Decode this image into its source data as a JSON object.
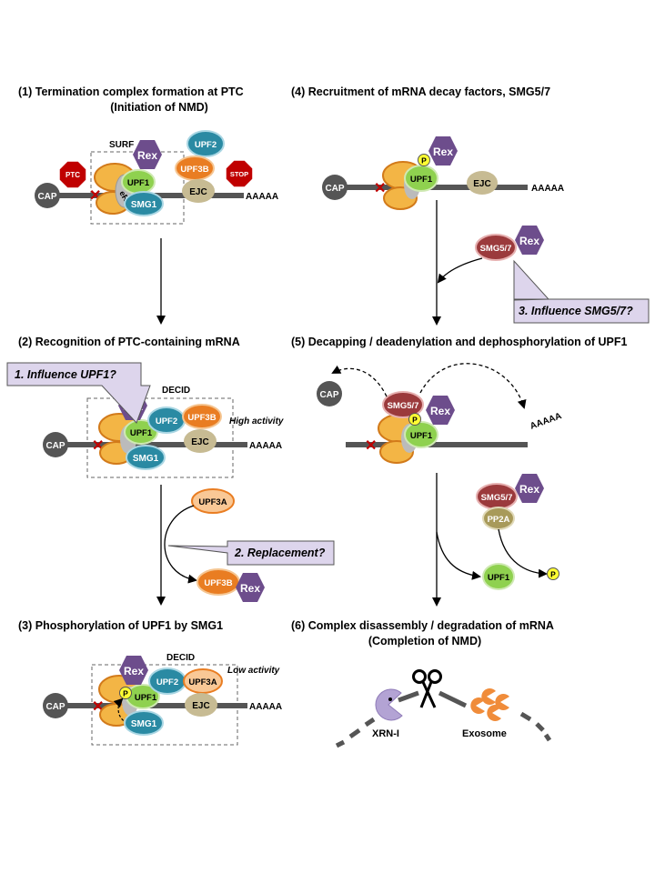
{
  "panels": {
    "p1": {
      "title_line1": "(1) Termination complex formation at PTC",
      "title_line2": "(Initiation of NMD)"
    },
    "p2": {
      "title": "(2) Recognition of PTC-containing mRNA"
    },
    "p3": {
      "title": "(3) Phosphorylation of UPF1 by SMG1"
    },
    "p4": {
      "title": "(4) Recruitment of mRNA decay factors,  SMG5/7"
    },
    "p5": {
      "title": "(5) Decapping / deadenylation and dephosphorylation of UPF1"
    },
    "p6": {
      "title_line1": "(6) Complex disassembly / degradation of mRNA",
      "title_line2": "(Completion of NMD)"
    }
  },
  "labels": {
    "cap": "CAP",
    "polya": "AAAAA",
    "upf1": "UPF1",
    "upf2": "UPF2",
    "upf3b": "UPF3B",
    "upf3a": "UPF3A",
    "smg1": "SMG1",
    "smg57": "SMG5/7",
    "ejc": "EJC",
    "rex": "Rex",
    "erf": "eRF",
    "ptc": "PTC",
    "stop": "STOP",
    "pp2a": "PP2A",
    "phospho": "P",
    "surf": "SURF",
    "decid": "DECID",
    "high_activity": "High activity",
    "low_activity": "Low activity",
    "xrn": "XRN-I",
    "exosome": "Exosome"
  },
  "callouts": {
    "c1": "1. Influence UPF1?",
    "c2": "2. Replacement?",
    "c3": "3. Influence SMG5/7?"
  },
  "colors": {
    "ribosome": "#f3b545",
    "ribosome_edge": "#d27a1a",
    "upf1": "#8fd14f",
    "upf2": "#2a8aa3",
    "upf3b": "#e97d22",
    "upf3a": "#f9c896",
    "smg1": "#2a8aa3",
    "smg57": "#9b3a3c",
    "ejc": "#c7bb93",
    "rex": "#6d4d8c",
    "cap": "#555555",
    "mrna": "#555555",
    "ptc_sign": "#c00000",
    "phospho": "#ffff33",
    "pp2a": "#a89a5a",
    "callout_fill": "#ddd5ec",
    "exosome": "#f08c3a"
  }
}
